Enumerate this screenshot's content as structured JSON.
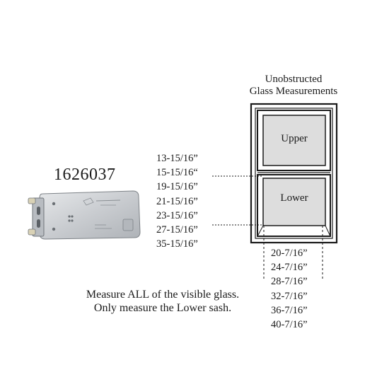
{
  "part_number": "1626037",
  "diagram_title": [
    "Unobstructed",
    "Glass Measurements"
  ],
  "sash_labels": {
    "upper": "Upper",
    "lower": "Lower"
  },
  "height_measurements": [
    "13-15/16”",
    "15-15/16“",
    "19-15/16”",
    "21-15/16”",
    "23-15/16”",
    "27-15/16”",
    "35-15/16”"
  ],
  "width_measurements": [
    "20-7/16”",
    "24-7/16”",
    "28-7/16”",
    "32-7/16”",
    "36-7/16”",
    "40-7/16”"
  ],
  "instructions": [
    "Measure ALL of the visible glass.",
    "Only measure the Lower sash."
  ],
  "colors": {
    "glass": "#dddddd",
    "frame": "#1a1a1a",
    "plate": "#c9ccd0"
  }
}
